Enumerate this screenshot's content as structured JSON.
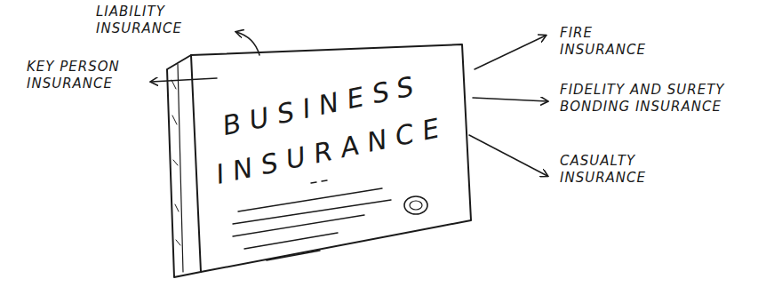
{
  "diagram": {
    "nodes": [
      {
        "text": [
          "BUSINESS INSURANCE"
        ]
      }
    ],
    "labels": [
      "LIABILITY INSURANCE",
      "KEY PERSON INSURANCE",
      "FIRE INSURANCE",
      "FIDELITY AND SURETY BONDING INSURANCE",
      "CASUALTY INSURANCE"
    ]
  }
}
